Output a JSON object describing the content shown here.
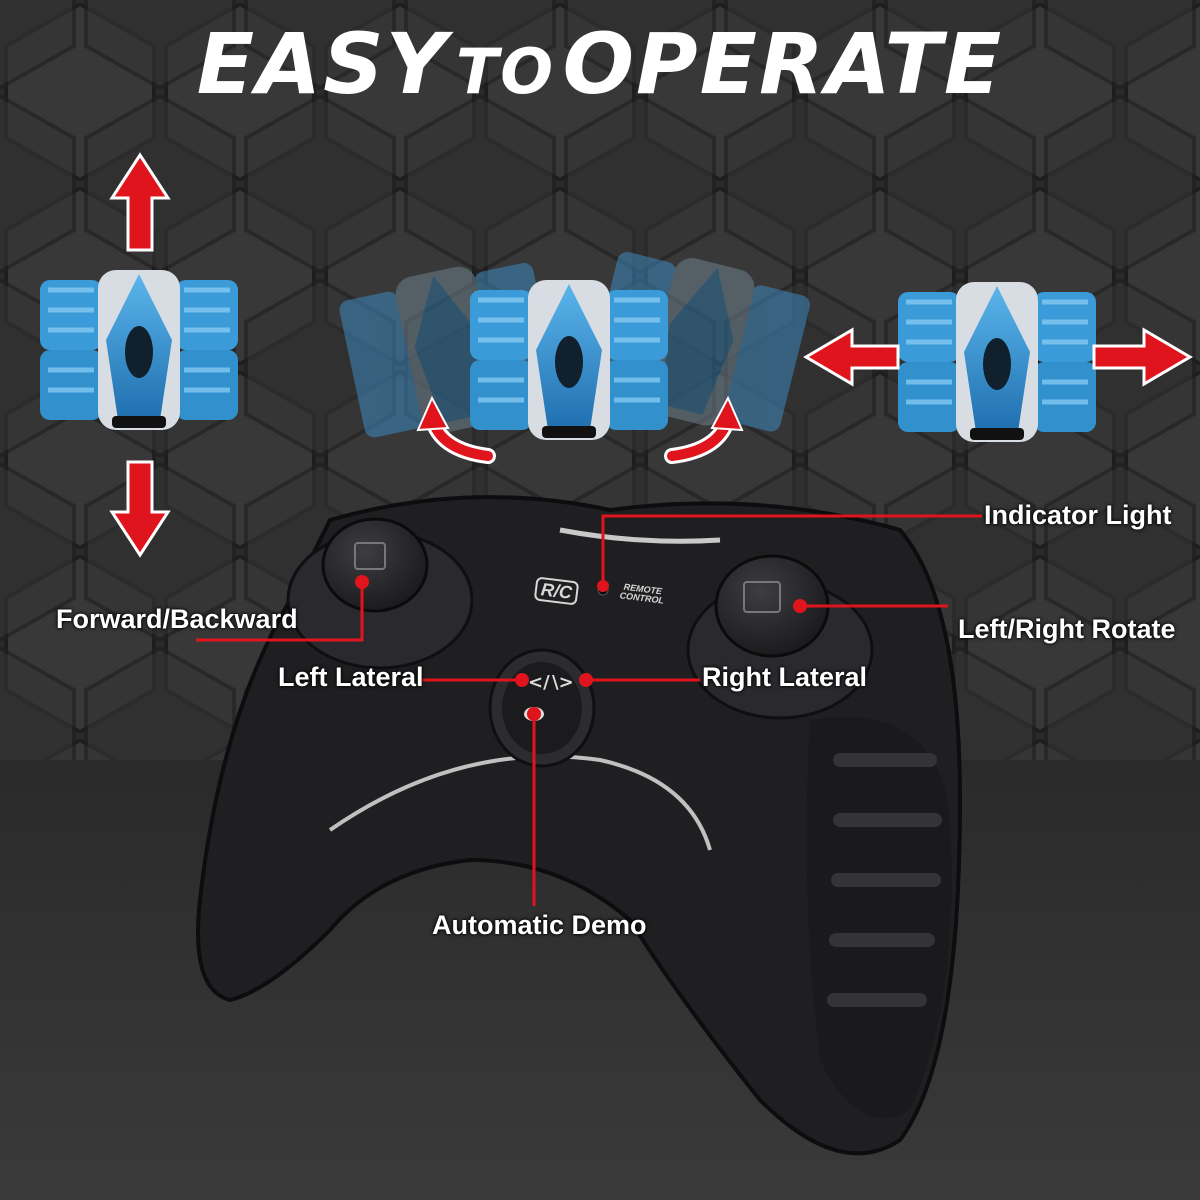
{
  "title": {
    "word1": "EASY",
    "word2": "TO",
    "word3": "OPERATE"
  },
  "labels": {
    "forward_backward": "Forward/Backward",
    "left_lateral": "Left Lateral",
    "right_lateral": "Right Lateral",
    "indicator_light": "Indicator Light",
    "left_right_rotate": "Left/Right Rotate",
    "automatic_demo": "Automatic Demo"
  },
  "controller": {
    "logo": "R/C",
    "caption_line1": "REMOTE",
    "caption_line2": "CONTROL"
  },
  "colors": {
    "background": "#2e2e2e",
    "hex_tile": "#3a3a3a",
    "accent_red": "#e0141c",
    "car_blue": "#3a9bd8",
    "controller": "#1f1f22"
  },
  "icons": [
    "arrow-up-icon",
    "arrow-down-icon",
    "arrow-left-icon",
    "arrow-right-icon",
    "rotate-left-icon",
    "rotate-right-icon"
  ]
}
